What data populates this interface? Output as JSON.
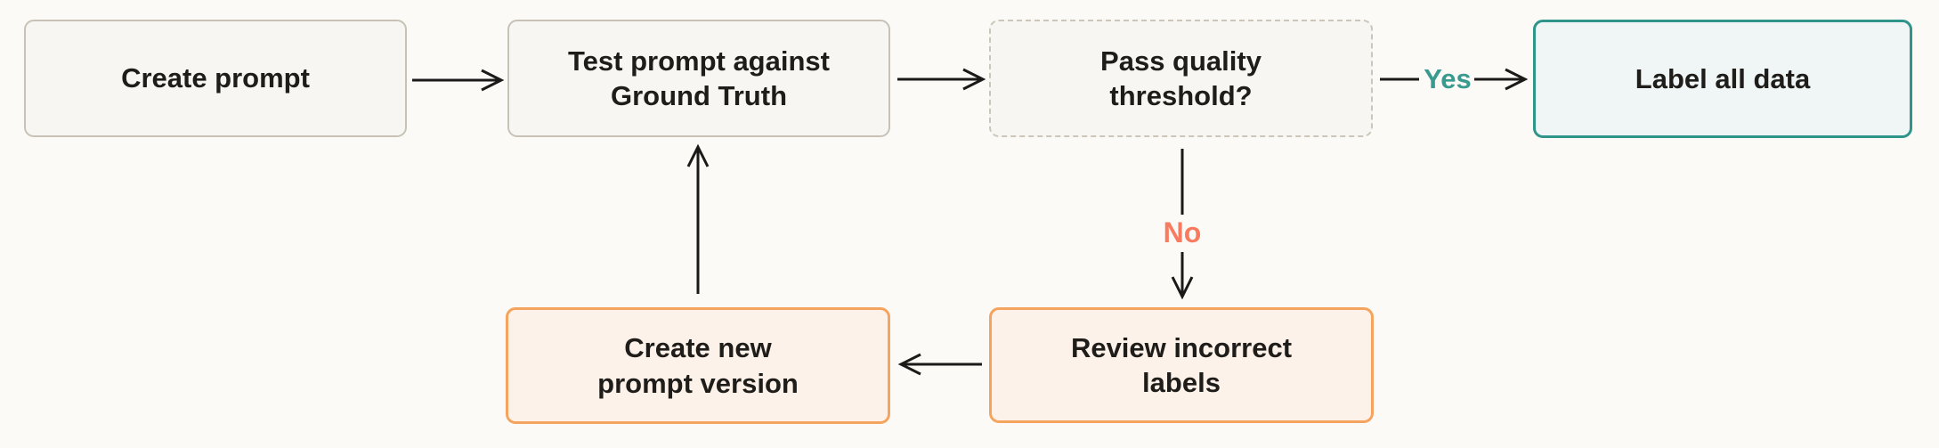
{
  "diagram": {
    "type": "flowchart",
    "background_color": "#fbfaf6",
    "nodes": {
      "create_prompt": {
        "label": "Create prompt",
        "style": "neutral-solid"
      },
      "test_prompt": {
        "label": "Test prompt against\nGround Truth",
        "style": "neutral-solid"
      },
      "quality_check": {
        "label": "Pass quality\nthreshold?",
        "style": "neutral-dashed"
      },
      "label_all_data": {
        "label": "Label all data",
        "style": "teal-outline"
      },
      "create_new_version": {
        "label": "Create new\nprompt version",
        "style": "orange-outline"
      },
      "review_labels": {
        "label": "Review incorrect\nlabels",
        "style": "orange-outline"
      }
    },
    "edge_labels": {
      "yes": "Yes",
      "no": "No"
    },
    "edges": [
      {
        "from": "create_prompt",
        "to": "test_prompt",
        "label": ""
      },
      {
        "from": "test_prompt",
        "to": "quality_check",
        "label": ""
      },
      {
        "from": "quality_check",
        "to": "label_all_data",
        "label": "Yes"
      },
      {
        "from": "quality_check",
        "to": "review_labels",
        "label": "No"
      },
      {
        "from": "review_labels",
        "to": "create_new_version",
        "label": ""
      },
      {
        "from": "create_new_version",
        "to": "test_prompt",
        "label": ""
      }
    ],
    "colors": {
      "neutral_border": "#c8c2b6",
      "neutral_fill": "#f7f6f2",
      "teal_border": "#2f948a",
      "teal_fill": "#eff6f5",
      "orange_border": "#f5a45f",
      "orange_fill": "#fdf2ea",
      "yes_text": "#399a8f",
      "no_text": "#f87b5f",
      "arrow": "#1c1a19",
      "node_text": "#1f1d1a"
    }
  }
}
